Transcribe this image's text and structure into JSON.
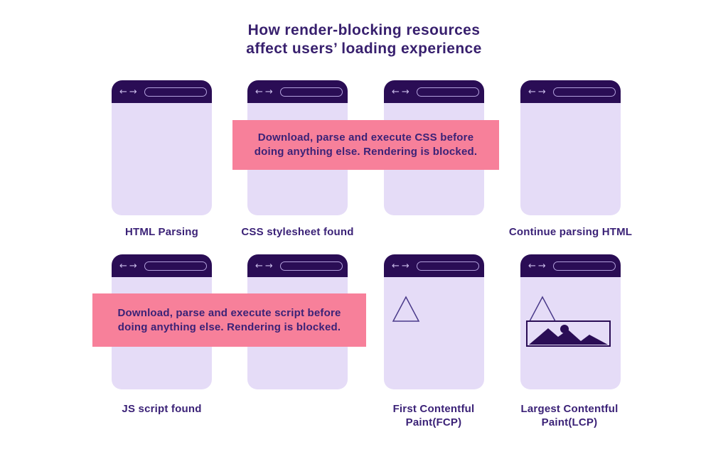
{
  "title": {
    "line1": "How render-blocking resources",
    "line2": "affect users’ loading experience"
  },
  "colors": {
    "background": "#ffffff",
    "window_header": "#2a0d55",
    "window_body": "#e5dcf7",
    "window_accent": "#b2a0dc",
    "banner": "#f7809a",
    "text": "#3b2277"
  },
  "icons": {
    "back_arrow": "←",
    "forward_arrow": "→"
  },
  "banners": {
    "css": {
      "line1": "Download, parse and execute CSS before",
      "line2": "doing anything else. Rendering is blocked."
    },
    "js": {
      "line1": "Download, parse and execute script before",
      "line2": "doing anything else. Rendering is blocked."
    }
  },
  "windows": [
    {
      "id": "html-parsing",
      "label": "HTML Parsing"
    },
    {
      "id": "css-stylesheet-found",
      "label": "CSS stylesheet found"
    },
    {
      "id": "render-blocked",
      "label": ""
    },
    {
      "id": "continue-parsing-html",
      "label": "Continue parsing HTML"
    },
    {
      "id": "js-script-found",
      "label": "JS script found"
    },
    {
      "id": "render-blocked-2",
      "label": ""
    },
    {
      "id": "first-contentful-paint",
      "label": "First Contentful Paint(FCP)"
    },
    {
      "id": "largest-contentful-paint",
      "label": "Largest Contentful Paint(LCP)"
    }
  ]
}
